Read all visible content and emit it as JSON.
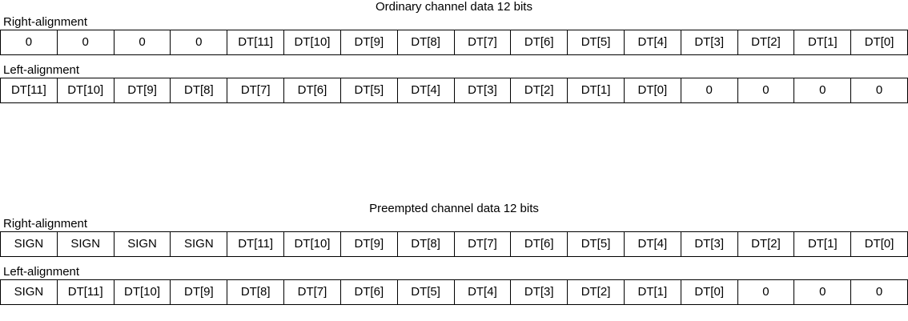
{
  "diagrams": [
    {
      "id": "ordinary",
      "title": "Ordinary channel data 12 bits",
      "blocks": [
        {
          "id": "ordinary-right",
          "label": "Right-alignment",
          "cells": [
            "0",
            "0",
            "0",
            "0",
            "DT[11]",
            "DT[10]",
            "DT[9]",
            "DT[8]",
            "DT[7]",
            "DT[6]",
            "DT[5]",
            "DT[4]",
            "DT[3]",
            "DT[2]",
            "DT[1]",
            "DT[0]"
          ]
        },
        {
          "id": "ordinary-left",
          "label": "Left-alignment",
          "cells": [
            "DT[11]",
            "DT[10]",
            "DT[9]",
            "DT[8]",
            "DT[7]",
            "DT[6]",
            "DT[5]",
            "DT[4]",
            "DT[3]",
            "DT[2]",
            "DT[1]",
            "DT[0]",
            "0",
            "0",
            "0",
            "0"
          ]
        }
      ]
    },
    {
      "id": "preempted",
      "title": "Preempted channel data 12 bits",
      "blocks": [
        {
          "id": "preempted-right",
          "label": "Right-alignment",
          "cells": [
            "SIGN",
            "SIGN",
            "SIGN",
            "SIGN",
            "DT[11]",
            "DT[10]",
            "DT[9]",
            "DT[8]",
            "DT[7]",
            "DT[6]",
            "DT[5]",
            "DT[4]",
            "DT[3]",
            "DT[2]",
            "DT[1]",
            "DT[0]"
          ]
        },
        {
          "id": "preempted-left",
          "label": "Left-alignment",
          "cells": [
            "SIGN",
            "DT[11]",
            "DT[10]",
            "DT[9]",
            "DT[8]",
            "DT[7]",
            "DT[6]",
            "DT[5]",
            "DT[4]",
            "DT[3]",
            "DT[2]",
            "DT[1]",
            "DT[0]",
            "0",
            "0",
            "0"
          ]
        }
      ]
    }
  ],
  "colors": {
    "border": "#000000",
    "background": "#ffffff",
    "text": "#000000"
  }
}
